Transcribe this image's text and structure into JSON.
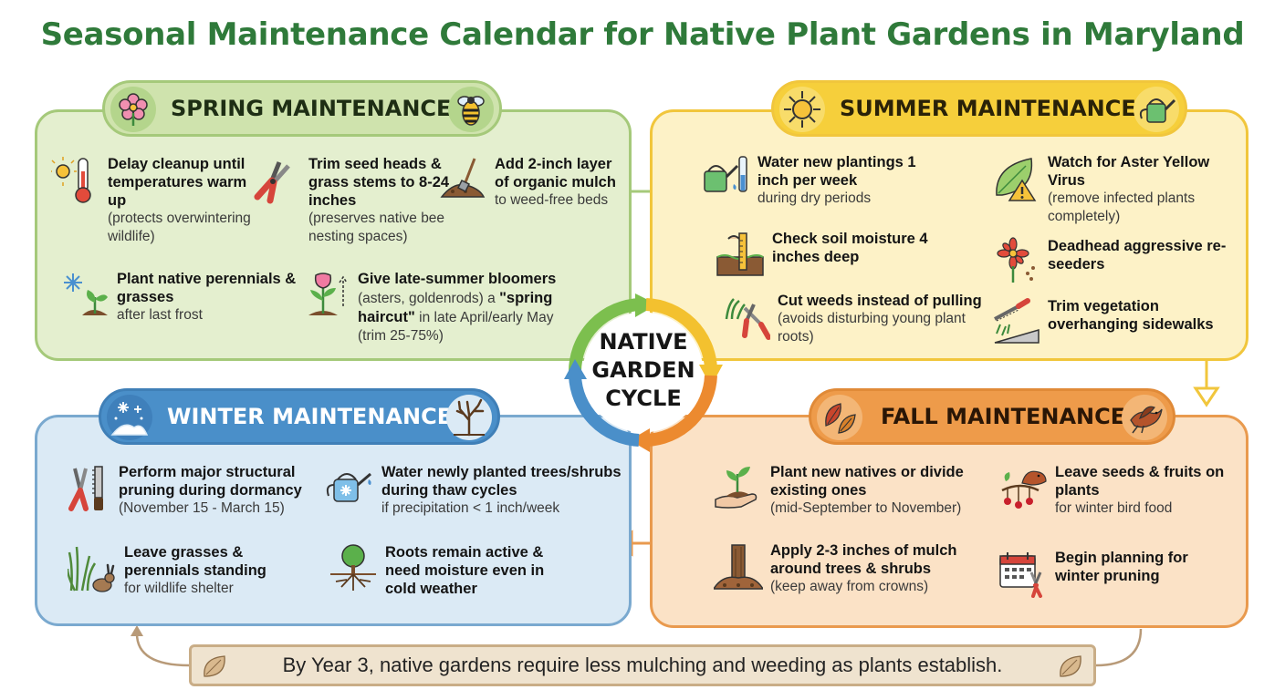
{
  "title": "Seasonal Maintenance Calendar for Native Plant Gardens in Maryland",
  "center": {
    "line1": "NATIVE",
    "line2": "GARDEN",
    "line3": "CYCLE"
  },
  "colors": {
    "title": "#2f7a3a",
    "spring": "#a5c97a",
    "summer": "#f1c63c",
    "fall": "#e99a4e",
    "winter": "#4a8fc9"
  },
  "spring": {
    "header": "SPRING MAINTENANCE",
    "icons": [
      "flower-icon",
      "bee-icon"
    ],
    "items": [
      {
        "icon": "thermometer-sun-icon",
        "bold": "Delay cleanup until temperatures warm up",
        "normal": "(protects overwintering wildlife)"
      },
      {
        "icon": "pruners-icon",
        "bold": "Trim seed heads & grass stems to 8-24 inches",
        "normal": "(preserves native bee nesting spaces)"
      },
      {
        "icon": "mulch-shovel-icon",
        "bold": "Add 2-inch layer of organic mulch",
        "normal": "to weed-free beds"
      },
      {
        "icon": "frost-seedling-icon",
        "bold": "Plant native perennials & grasses",
        "normal": "after last frost"
      },
      {
        "icon": "tulip-sprout-icon",
        "bold1": "Give late-summer bloomers",
        "normal1": "(asters, goldenrods) a",
        "bold2": "\"spring haircut\"",
        "normal2": "in late April/early May (trim 25-75%)"
      }
    ]
  },
  "summer": {
    "header": "SUMMER MAINTENANCE",
    "icons": [
      "sun-icon",
      "watering-can-icon"
    ],
    "items": [
      {
        "icon": "watering-can-rain-gauge-icon",
        "bold": "Water new plantings 1 inch per week",
        "normal": "during dry periods"
      },
      {
        "icon": "soil-probe-icon",
        "bold": "Check soil moisture 4 inches deep",
        "normal": ""
      },
      {
        "icon": "weed-cutter-icon",
        "bold": "Cut weeds instead of pulling",
        "normal": "(avoids disturbing young plant roots)"
      },
      {
        "icon": "leaf-warning-icon",
        "bold": "Watch for Aster Yellow Virus",
        "normal": "(remove infected plants completely)"
      },
      {
        "icon": "deadhead-flower-icon",
        "bold": "Deadhead aggressive re-seeders",
        "normal": ""
      },
      {
        "icon": "hedge-trimmer-icon",
        "bold": "Trim vegetation overhanging sidewalks",
        "normal": ""
      }
    ]
  },
  "winter": {
    "header": "WINTER MAINTENANCE",
    "icons": [
      "snow-hill-icon",
      "bare-tree-icon"
    ],
    "items": [
      {
        "icon": "pruning-saw-icon",
        "bold": "Perform major structural pruning during dormancy",
        "normal": "(November 15 - March 15)"
      },
      {
        "icon": "snowflake-watering-can-icon",
        "bold": "Water newly planted trees/shrubs during thaw cycles",
        "normal": "if precipitation < 1 inch/week"
      },
      {
        "icon": "grass-rabbit-icon",
        "bold": "Leave grasses & perennials standing",
        "normal": "for wildlife shelter"
      },
      {
        "icon": "tree-roots-icon",
        "bold": "Roots remain active & need moisture even in cold weather",
        "normal": ""
      }
    ]
  },
  "fall": {
    "header": "FALL MAINTENANCE",
    "icons": [
      "autumn-leaves-icon",
      "bird-icon"
    ],
    "items": [
      {
        "icon": "hand-seedling-icon",
        "bold": "Plant new natives or divide existing ones",
        "normal": "(mid-September to November)"
      },
      {
        "icon": "mulch-tree-icon",
        "bold": "Apply 2-3 inches of mulch around trees & shrubs",
        "normal": "(keep away from crowns)"
      },
      {
        "icon": "bird-berries-icon",
        "bold": "Leave seeds & fruits on plants",
        "normal": "for winter bird food"
      },
      {
        "icon": "calendar-pruners-icon",
        "bold": "Begin planning for winter pruning",
        "normal": ""
      }
    ]
  },
  "footer": "By Year 3, native gardens require less mulching and weeding as plants establish."
}
